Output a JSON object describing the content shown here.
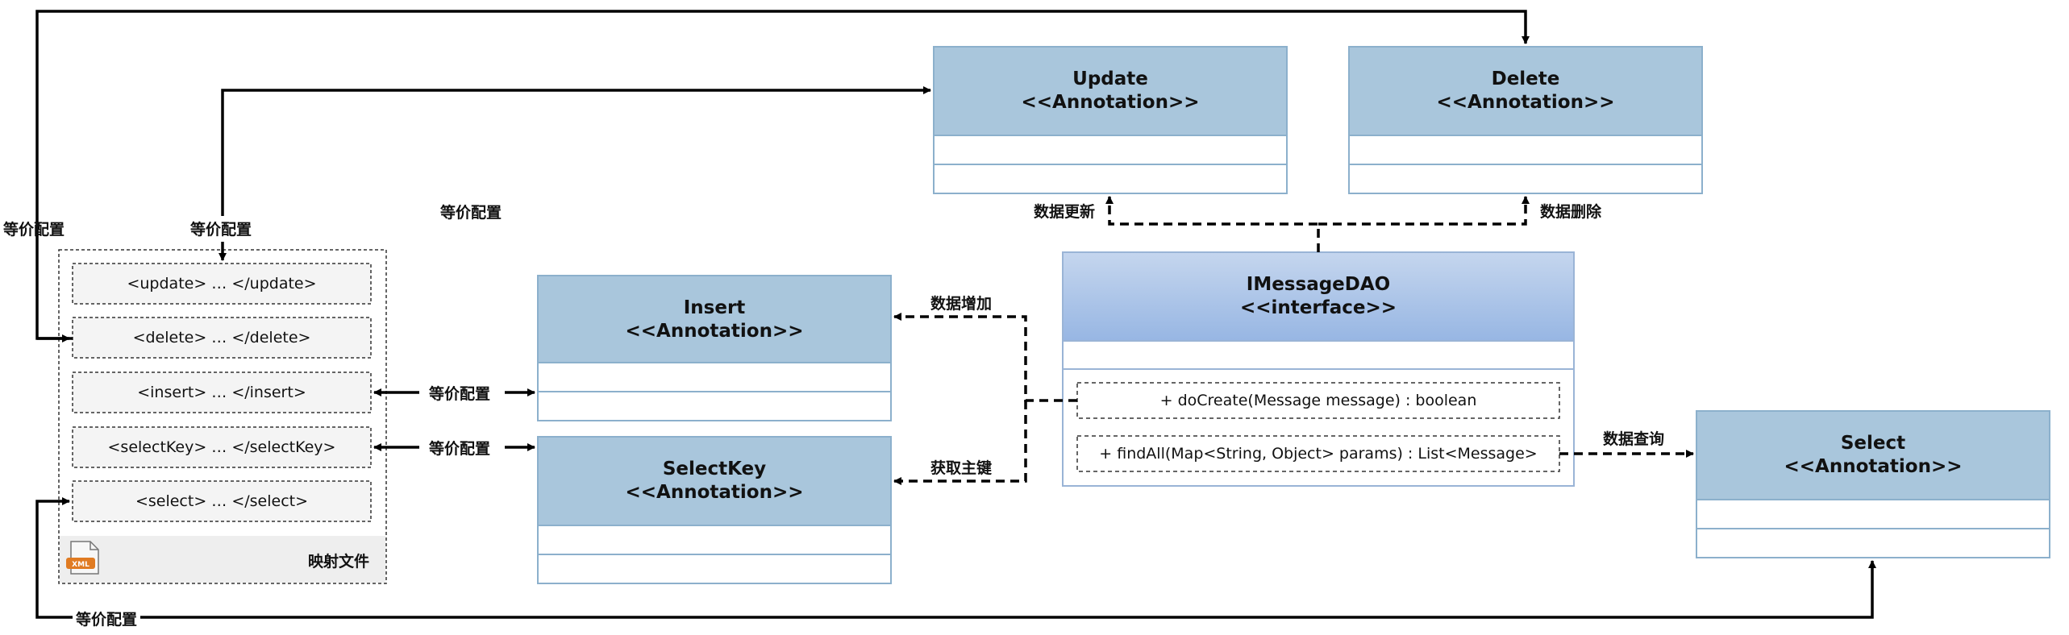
{
  "classes": {
    "update": {
      "name": "Update",
      "stereotype": "<<Annotation>>"
    },
    "delete": {
      "name": "Delete",
      "stereotype": "<<Annotation>>"
    },
    "insert": {
      "name": "Insert",
      "stereotype": "<<Annotation>>"
    },
    "selectkey": {
      "name": "SelectKey",
      "stereotype": "<<Annotation>>"
    },
    "select": {
      "name": "Select",
      "stereotype": "<<Annotation>>"
    },
    "imessagedao": {
      "name": "IMessageDAO",
      "stereotype": "<<interface>>",
      "methods": [
        "+ doCreate(Message message) : boolean",
        "+ findAll(Map<String, Object> params) : List<Message>"
      ]
    }
  },
  "mapping_file": {
    "tags": [
      "<update> … </update>",
      "<delete> … </delete>",
      "<insert> … </insert>",
      "<selectKey> … </selectKey>",
      "<select> … </select>"
    ],
    "label": "映射文件",
    "icon": "xml-file-icon"
  },
  "labels": {
    "equiv_left": "等价配置",
    "equiv_update": "等价配置",
    "equiv_top": "等价配置",
    "equiv_insert": "等价配置",
    "equiv_selectkey": "等价配置",
    "equiv_bottom": "等价配置",
    "data_update": "数据更新",
    "data_delete": "数据删除",
    "data_add": "数据增加",
    "get_key": "获取主键",
    "data_query": "数据查询"
  },
  "colors": {
    "annotation_header": "#a9c6dc",
    "annotation_border": "#8cb0cc",
    "interface_header": "#a7c1e6",
    "arrow": "#000000"
  }
}
